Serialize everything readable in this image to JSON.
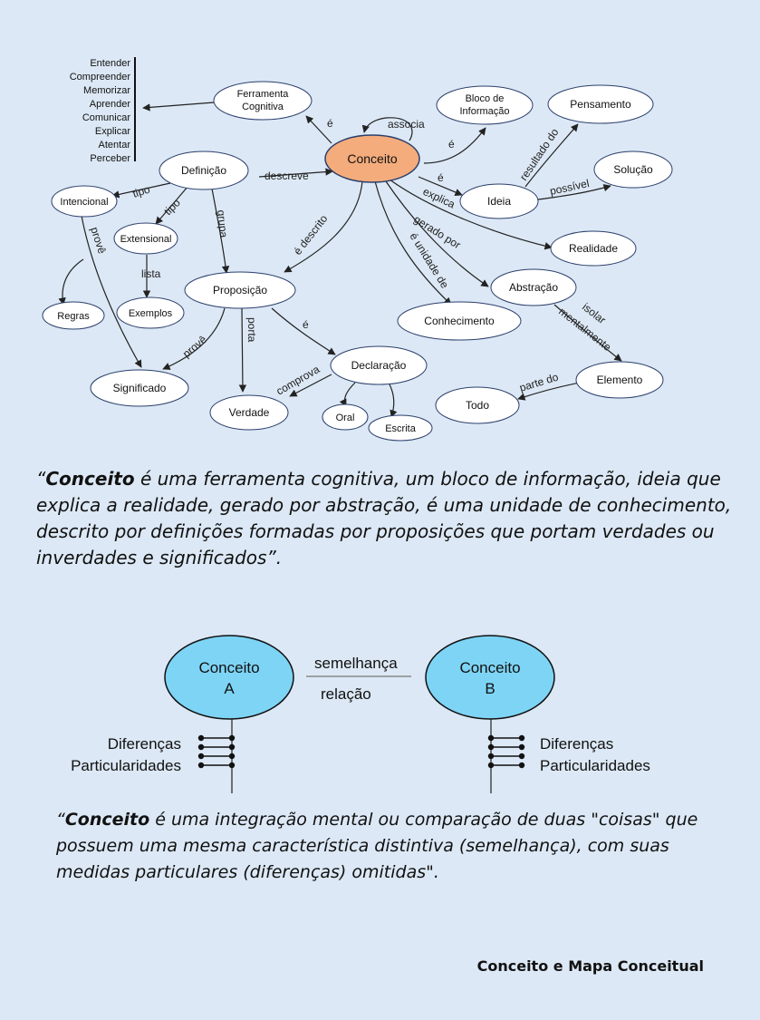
{
  "verbs_list": [
    "Entender",
    "Compreender",
    "Memorizar",
    "Aprender",
    "Comunicar",
    "Explicar",
    "Atentar",
    "Perceber"
  ],
  "nodes": {
    "conceito": "Conceito",
    "ferramenta": [
      "Ferramenta",
      "Cognitiva"
    ],
    "bloco": [
      "Bloco de",
      "Informação"
    ],
    "pensamento": "Pensamento",
    "definicao": "Definição",
    "solucao": "Solução",
    "intencional": "Intencional",
    "ideia": "Ideia",
    "extensional": "Extensional",
    "realidade": "Realidade",
    "proposicao": "Proposição",
    "abstracao": "Abstração",
    "regras": "Regras",
    "exemplos": "Exemplos",
    "conhecimento": "Conhecimento",
    "declaracao": "Declaração",
    "elemento": "Elemento",
    "significado": "Significado",
    "verdade": "Verdade",
    "oral": "Oral",
    "escrita": "Escrita",
    "todo": "Todo"
  },
  "edges": {
    "e1": "é",
    "associa": "associa",
    "e2": "é",
    "e3": "é",
    "descreve": "descreve",
    "resultado_do": "resultado do",
    "possivel": "possível",
    "explica": "explica",
    "tipo1": "tipo",
    "tipo2": "tipo",
    "grupa": "grupa",
    "prove1": "provê",
    "e_descrito": "é descrito",
    "gerado_por": "gerado por",
    "e_unidade_de": "é unidade de",
    "lista": "lista",
    "isolar": "isolar",
    "mentalmente": "mentalmente",
    "porta": "porta",
    "e4": "é",
    "prove2": "provê",
    "comprova": "comprova",
    "parte_do": "parte do"
  },
  "quote1": {
    "open": "“",
    "bold": "Conceito",
    "rest": " é uma ferramenta cognitiva, um bloco de informação, ideia que explica a realidade, gerado por abstração, é uma unidade de conhecimento, descrito por definições formadas por proposições que portam verdades ou inverdades e significados”."
  },
  "comparison": {
    "a_line1": "Conceito",
    "a_line2": "A",
    "b_line1": "Conceito",
    "b_line2": "B",
    "semelhanca": "semelhança",
    "relacao": "relação",
    "left_diff1": "Diferenças",
    "left_diff2": "Particularidades",
    "right_diff1": "Diferenças",
    "right_diff2": "Particularidades",
    "circle_color": "#7ed4f5"
  },
  "quote2": {
    "open": "“",
    "bold": "Conceito",
    "rest": " é uma integração mental ou comparação de duas \"coisas\" que possuem uma mesma característica distintiva (semelhança), com suas medidas particulares (diferenças) omitidas\"."
  },
  "footer": "Conceito e Mapa Conceitual",
  "colors": {
    "background": "#dce8f5",
    "main_node": "#f4ac7c"
  }
}
